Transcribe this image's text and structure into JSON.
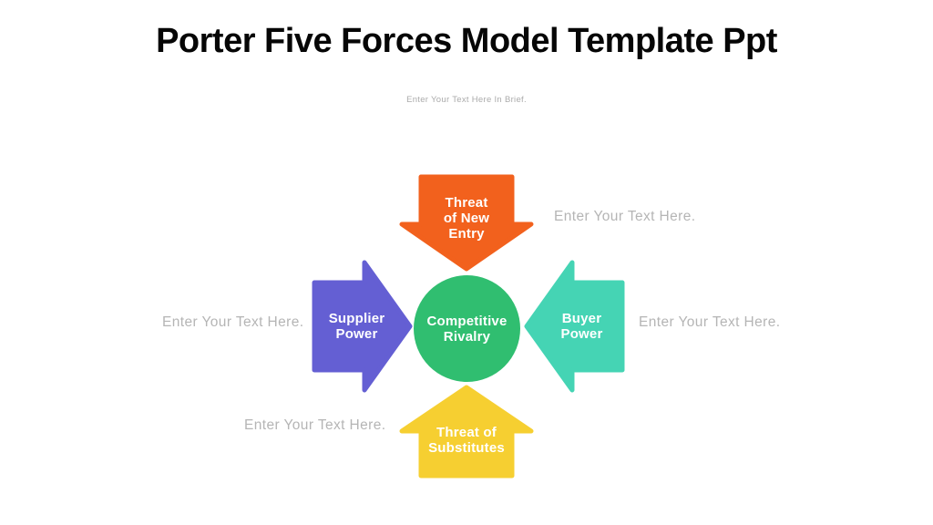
{
  "slide": {
    "title": "Porter Five Forces Model Template Ppt",
    "subtitle": "Enter Your Text Here In Brief."
  },
  "colors": {
    "orange": "#F2611D",
    "purple": "#645FD3",
    "teal": "#45D4B4",
    "yellow": "#F6CF31",
    "green": "#30BE70",
    "placeholder_text": "#B5B5B5"
  },
  "diagram": {
    "center": {
      "label": "Competitive\nRivalry"
    },
    "forces": {
      "top": {
        "label": "Threat\nof New\nEntry"
      },
      "left": {
        "label": "Supplier\nPower"
      },
      "right": {
        "label": "Buyer\nPower"
      },
      "bottom": {
        "label": "Threat of\nSubstitutes"
      }
    },
    "placeholders": {
      "top_right": "Enter Your Text Here.",
      "middle_left": "Enter Your Text Here.",
      "middle_right": "Enter Your Text Here.",
      "bottom_left": "Enter Your Text Here."
    }
  }
}
